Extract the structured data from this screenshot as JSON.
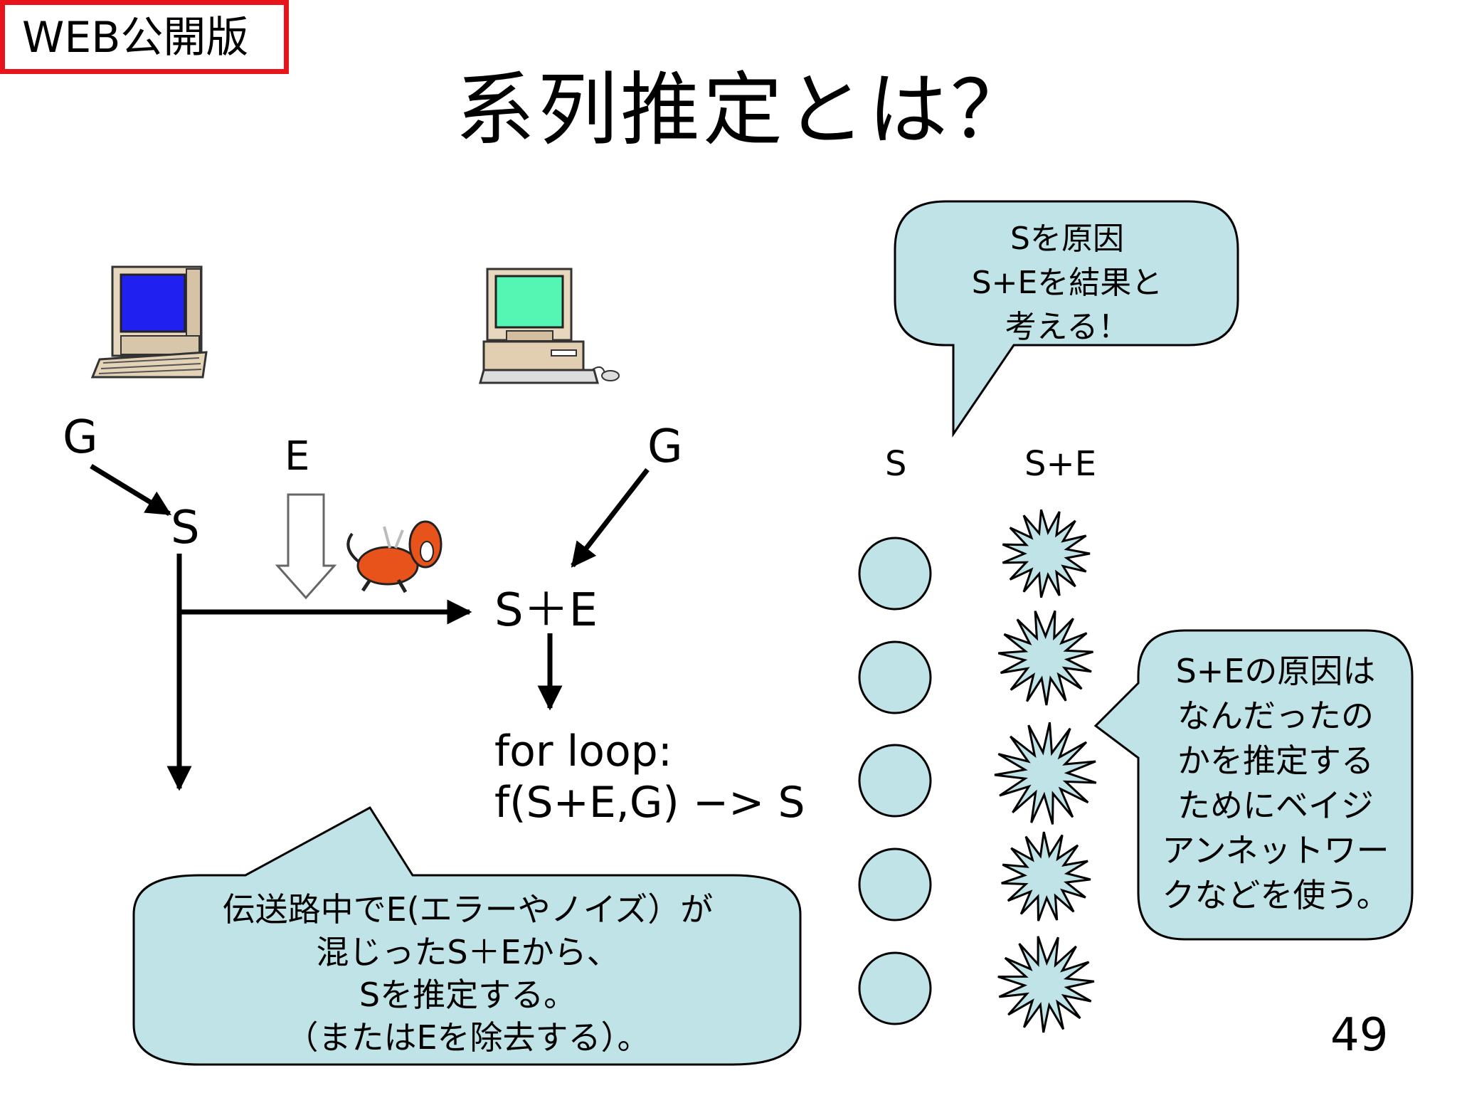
{
  "badge": "WEB公開版",
  "title": "系列推定とは？",
  "labels": {
    "g_left": "G",
    "s_left": "S",
    "e_top": "E",
    "g_right": "G",
    "s_plus_e": "S＋E",
    "col_s": "S",
    "col_se": "S+E"
  },
  "code": {
    "line1": "for loop:",
    "line2": "f(S+E,G) −> S"
  },
  "bubble_top": {
    "lines": [
      "Sを原因",
      "S+Eを結果と",
      "考える！"
    ]
  },
  "bubble_right": {
    "lines": [
      "S+Eの原因は",
      "なんだったの",
      "かを推定する",
      "ためにベイジ",
      "アンネットワー",
      "クなどを使う。"
    ]
  },
  "bubble_bottom": {
    "lines": [
      "伝送路中でE(エラーやノイズ）が",
      "混じったS＋Eから、",
      "Sを推定する。",
      "（またはEを除去する）。"
    ]
  },
  "page_number": "49",
  "colors": {
    "bubble_fill": "#bfe3e6",
    "badge_border": "#e8141b",
    "screen_left": "#2020f0",
    "screen_right": "#55f5b4",
    "devil": "#e8531c"
  }
}
